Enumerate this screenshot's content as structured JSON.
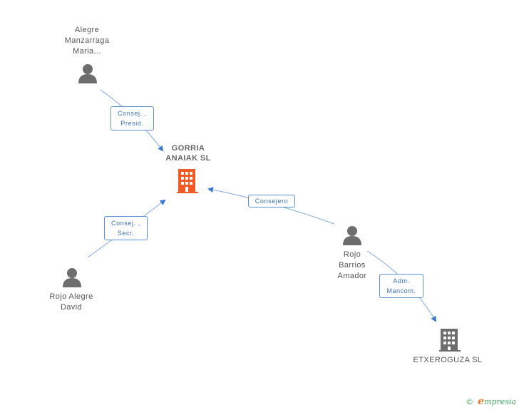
{
  "nodes": {
    "company_main": {
      "label": "GORRIA\nANAIAK SL",
      "color": "#f15a24",
      "icon": "building-icon"
    },
    "company_2": {
      "label": "ETXEROGUZA SL",
      "color": "#6d6d6d",
      "icon": "building-icon"
    },
    "person_1": {
      "label": "Alegre\nManzarraga\nMaria...",
      "color": "#6d6d6d",
      "icon": "person-icon"
    },
    "person_2": {
      "label": "Rojo Alegre\nDavid",
      "color": "#6d6d6d",
      "icon": "person-icon"
    },
    "person_3": {
      "label": "Rojo\nBarrios\nAmador",
      "color": "#6d6d6d",
      "icon": "person-icon"
    }
  },
  "edges": {
    "e1": {
      "label": "Consej. ,\nPresid."
    },
    "e2": {
      "label": "Consej. ,\nSecr."
    },
    "e3": {
      "label": "Consejero"
    },
    "e4": {
      "label": "Adm.\nMancom."
    }
  },
  "colors": {
    "edge": "#5b8fd6",
    "edge_line": "#7fa8e0"
  },
  "footer": {
    "copyright": "©",
    "brand_initial": "e",
    "brand_rest": "mpresia"
  }
}
